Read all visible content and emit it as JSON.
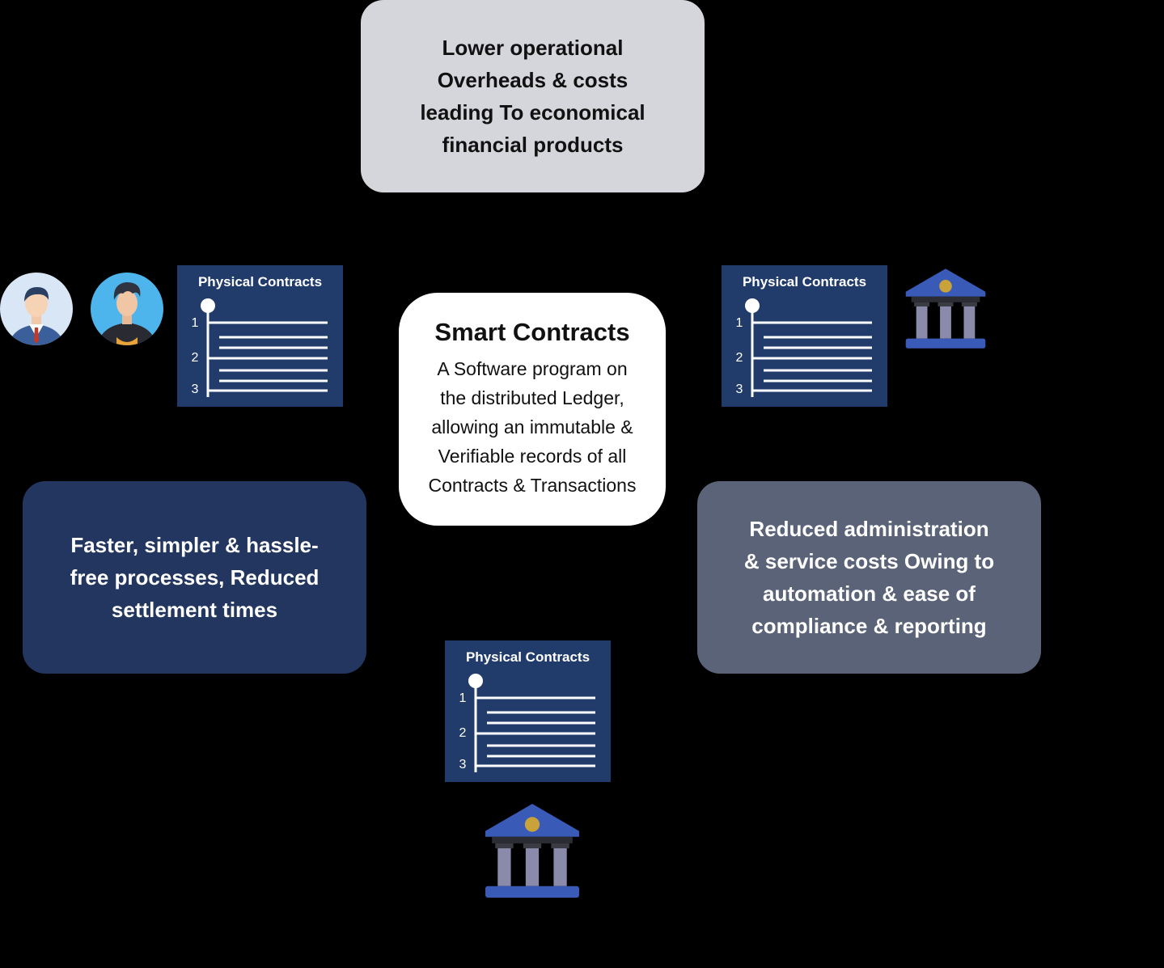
{
  "top_box": {
    "lines": [
      "Lower operational",
      "Overheads & costs",
      "leading To economical",
      "financial products"
    ]
  },
  "center": {
    "title": "Smart Contracts",
    "lines": [
      "A Software program on",
      "the distributed Ledger,",
      "allowing an immutable &",
      "Verifiable records of all",
      "Contracts & Transactions"
    ]
  },
  "left_box": {
    "lines": [
      "Faster, simpler & hassle-",
      "free processes, Reduced",
      "settlement times"
    ]
  },
  "right_box": {
    "lines": [
      "Reduced administration",
      "& service costs Owing to",
      "automation & ease of",
      "compliance & reporting"
    ]
  },
  "documents": [
    {
      "title": "Physical Contracts",
      "numbers": [
        "1",
        "2",
        "3"
      ]
    },
    {
      "title": "Physical Contracts",
      "numbers": [
        "1",
        "2",
        "3"
      ]
    },
    {
      "title": "Physical Contracts",
      "numbers": [
        "1",
        "2",
        "3"
      ]
    }
  ],
  "icons": {
    "avatar_1": "businessman-avatar-icon",
    "avatar_2": "young-man-avatar-icon",
    "bank_1": "bank-building-icon",
    "bank_2": "bank-building-icon"
  },
  "colors": {
    "top_box": "#d5d5dc",
    "left_box": "#233660",
    "right_box": "#5a6378",
    "document": "#213c6b",
    "bank_blue": "#3a5ab8"
  }
}
